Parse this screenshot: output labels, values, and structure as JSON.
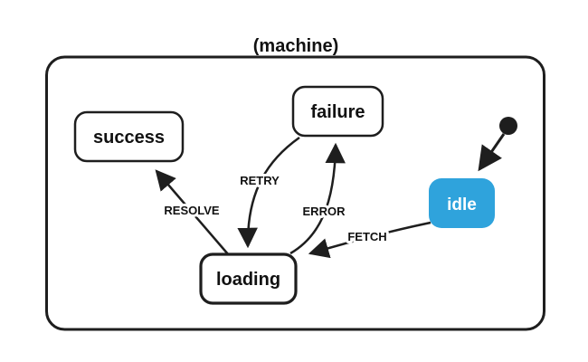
{
  "machine": {
    "title": "(machine)",
    "initial_state": "idle",
    "states": {
      "success": {
        "label": "success",
        "active": false
      },
      "failure": {
        "label": "failure",
        "active": false
      },
      "idle": {
        "label": "idle",
        "active": true
      },
      "loading": {
        "label": "loading",
        "active": false
      }
    },
    "events": {
      "resolve": {
        "label": "RESOLVE",
        "from": "loading",
        "to": "success"
      },
      "retry": {
        "label": "RETRY",
        "from": "failure",
        "to": "loading"
      },
      "error": {
        "label": "ERROR",
        "from": "loading",
        "to": "failure"
      },
      "fetch": {
        "label": "FETCH",
        "from": "idle",
        "to": "loading"
      }
    },
    "colors": {
      "active_bg": "#2FA3DC",
      "active_text": "#FFFFFF",
      "line": "#1E1E1E",
      "canvas_bg": "#FFFFFF"
    }
  }
}
